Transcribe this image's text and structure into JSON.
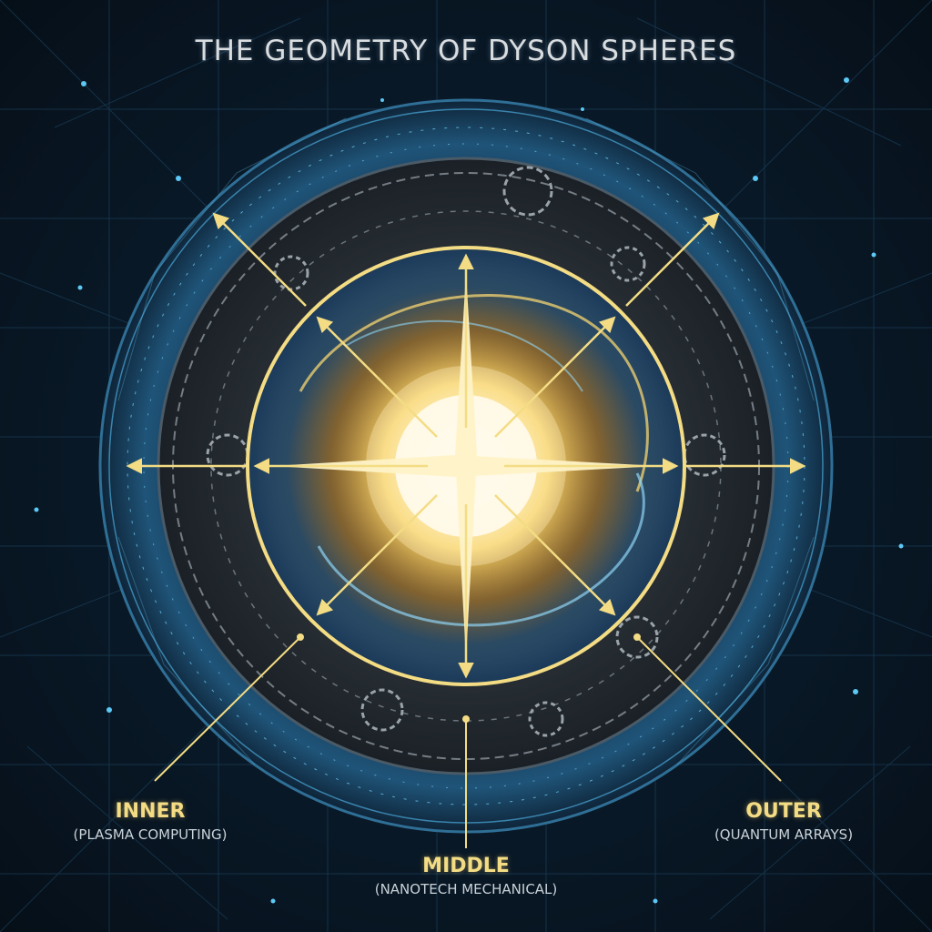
{
  "title": "THE GEOMETRY OF DYSON SPHERES",
  "colors": {
    "accent_gold": "#f3dc84",
    "shell_blue": "#4aa8d8",
    "ring_steel": "#8c959c",
    "core_light": "#fff8dc"
  },
  "layers": [
    {
      "name": "INNER",
      "description": "(PLASMA COMPUTING)"
    },
    {
      "name": "MIDDLE",
      "description": "(NANOTECH MECHANICAL)"
    },
    {
      "name": "OUTER",
      "description": "(QUANTUM ARRAYS)"
    }
  ]
}
